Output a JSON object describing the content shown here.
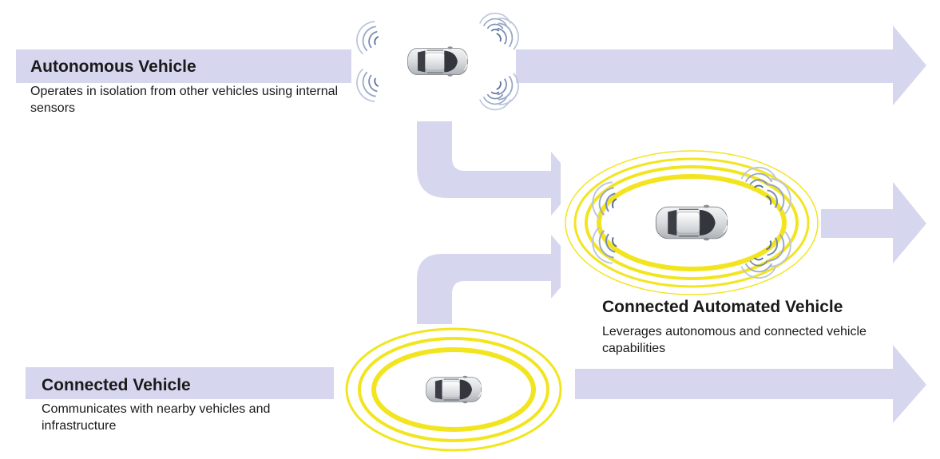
{
  "autonomous": {
    "title": "Autonomous Vehicle",
    "description": "Operates in isolation from other vehicles using internal sensors"
  },
  "connected_automated": {
    "title": "Connected Automated Vehicle",
    "description": "Leverages autonomous and connected vehicle capabilities"
  },
  "connected": {
    "title": "Connected Vehicle",
    "description": "Communicates with nearby vehicles and infrastructure"
  },
  "colors": {
    "arrow": "#d6d6ef",
    "connectivity_ring": "#f2e51f",
    "sensor_wave": "#5a6e9a",
    "car_body": "#d9dcdf",
    "car_glass": "#3b3f45",
    "text": "#1a1a1a"
  },
  "icons": [
    "car-icon",
    "sensor-wave-icon",
    "connectivity-ring-icon",
    "arrow-icon"
  ]
}
